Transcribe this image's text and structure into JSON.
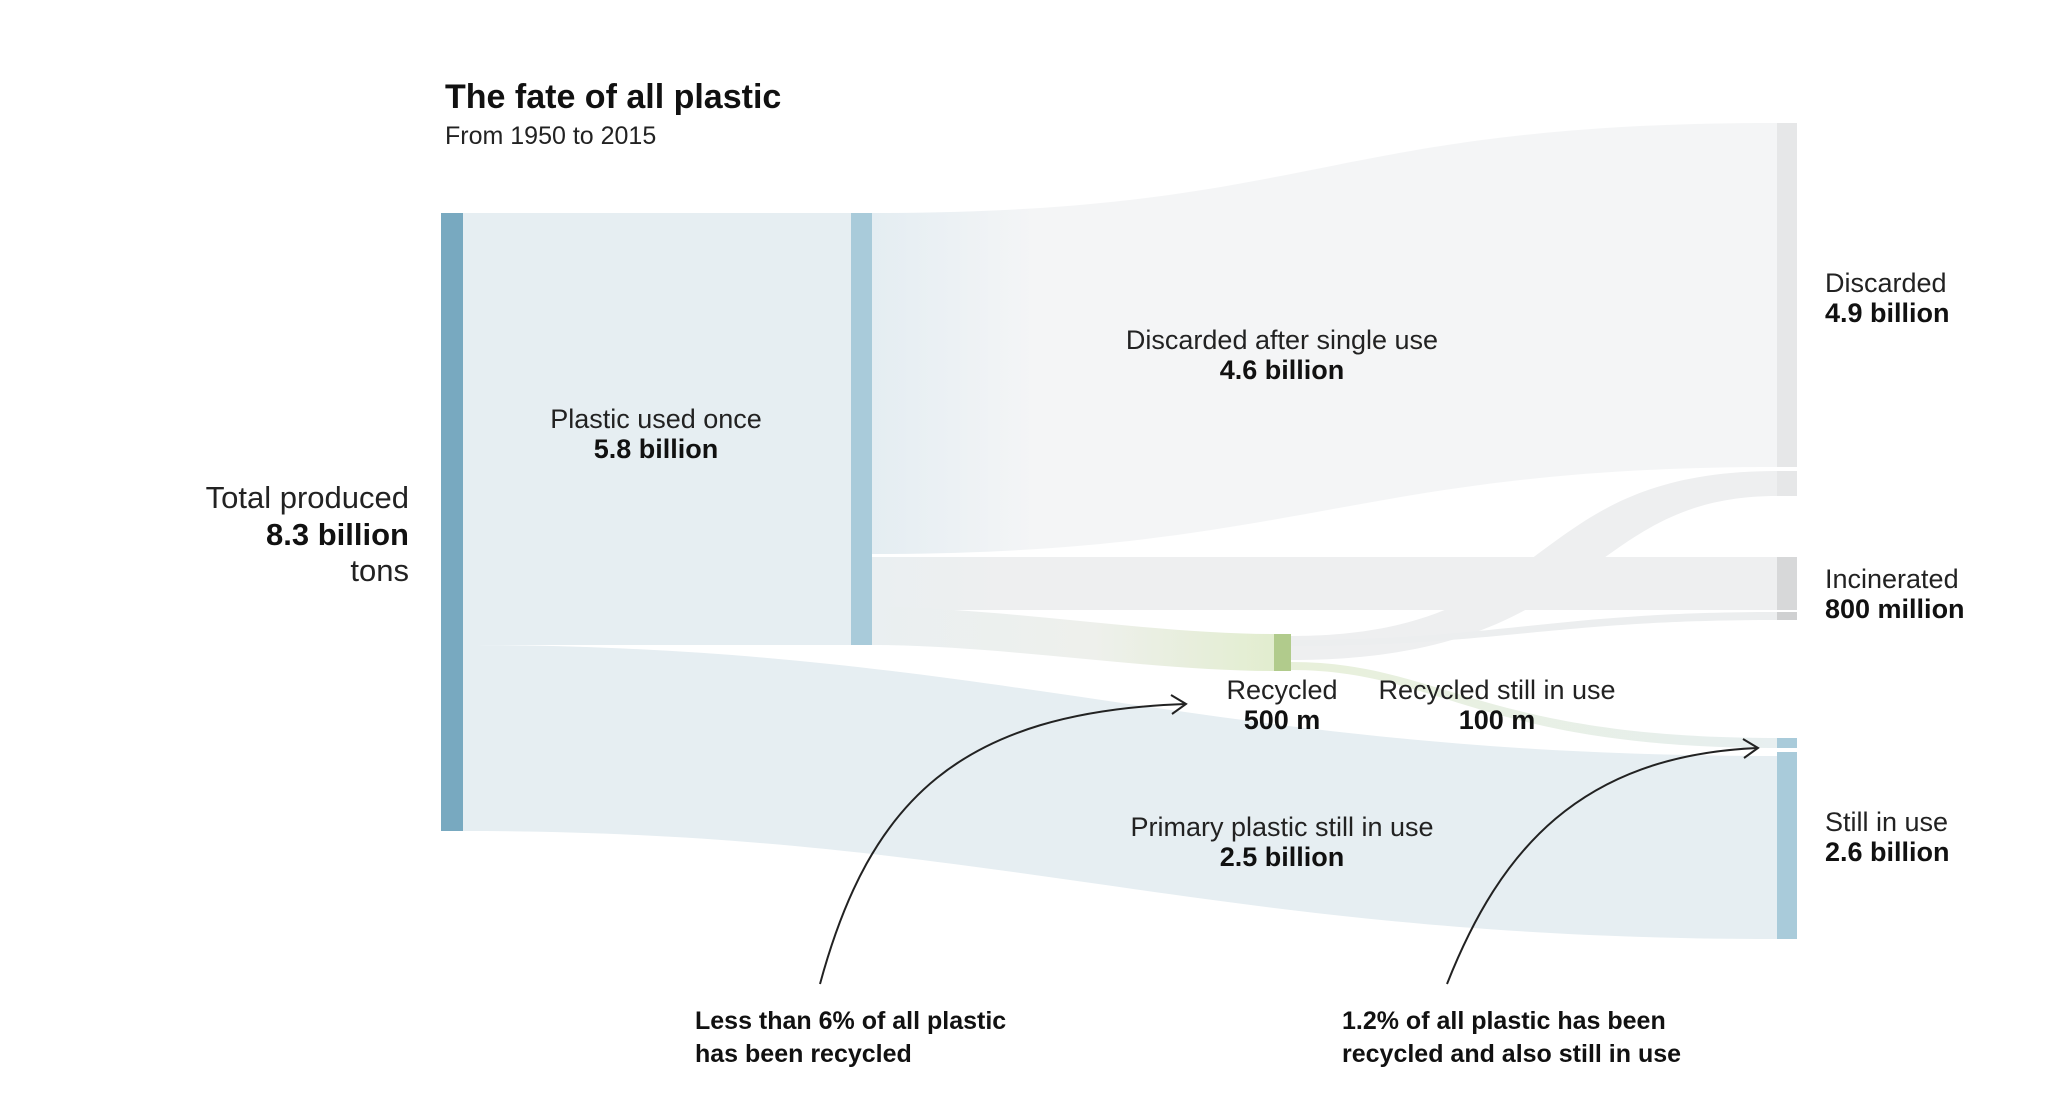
{
  "chart_data": {
    "type": "sankey",
    "title": "The fate of all plastic",
    "subtitle": "From 1950 to 2015",
    "unit": "tons",
    "nodes": [
      {
        "id": "total",
        "label": "Total produced",
        "value_label": "8.3 billion",
        "unit_label": "tons",
        "value": 8.3
      },
      {
        "id": "used_once",
        "label": "Plastic used once",
        "value_label": "5.8 billion",
        "value": 5.8
      },
      {
        "id": "recycled",
        "label": "Recycled",
        "value_label": "500 m",
        "value": 0.5
      },
      {
        "id": "discarded",
        "label": "Discarded",
        "value_label": "4.9 billion",
        "value": 4.9
      },
      {
        "id": "incinerated",
        "label": "Incinerated",
        "value_label": "800 million",
        "value": 0.8
      },
      {
        "id": "still_in_use",
        "label": "Still in use",
        "value_label": "2.6 billion",
        "value": 2.6
      }
    ],
    "links": [
      {
        "source": "total",
        "target": "used_once",
        "value": 5.8
      },
      {
        "source": "total",
        "target": "still_in_use",
        "value": 2.5,
        "label": "Primary plastic still in use",
        "value_label": "2.5 billion"
      },
      {
        "source": "used_once",
        "target": "discarded",
        "value": 4.6,
        "label": "Discarded after single use",
        "value_label": "4.6 billion"
      },
      {
        "source": "used_once",
        "target": "incinerated",
        "value": 0.7
      },
      {
        "source": "used_once",
        "target": "recycled",
        "value": 0.5
      },
      {
        "source": "recycled",
        "target": "discarded",
        "value": 0.3
      },
      {
        "source": "recycled",
        "target": "incinerated",
        "value": 0.1
      },
      {
        "source": "recycled",
        "target": "still_in_use",
        "value": 0.1,
        "label": "Recycled still in use",
        "value_label": "100 m"
      }
    ],
    "annotations": [
      {
        "text_lines": [
          "Less than 6% of all plastic",
          "has been recycled"
        ],
        "points_to": "recycled"
      },
      {
        "text_lines": [
          "1.2% of all plastic has been",
          "recycled and also still in use"
        ],
        "points_to": "still_in_use"
      }
    ],
    "colors": {
      "total_bar": "#78a9c0",
      "used_once_bar": "#a9cbda",
      "still_in_use_bar": "#a9cbda",
      "discarded_bar": "#e6e7e8",
      "incinerated_bar": "#d7d8d9",
      "recycled_bar": "#b1cb8c",
      "blue_flow": "#e6eef2",
      "gray_flow": "#f4f5f6",
      "gray_flow_dark": "#eeeff0",
      "green_flow": "#e7f0d8"
    }
  }
}
